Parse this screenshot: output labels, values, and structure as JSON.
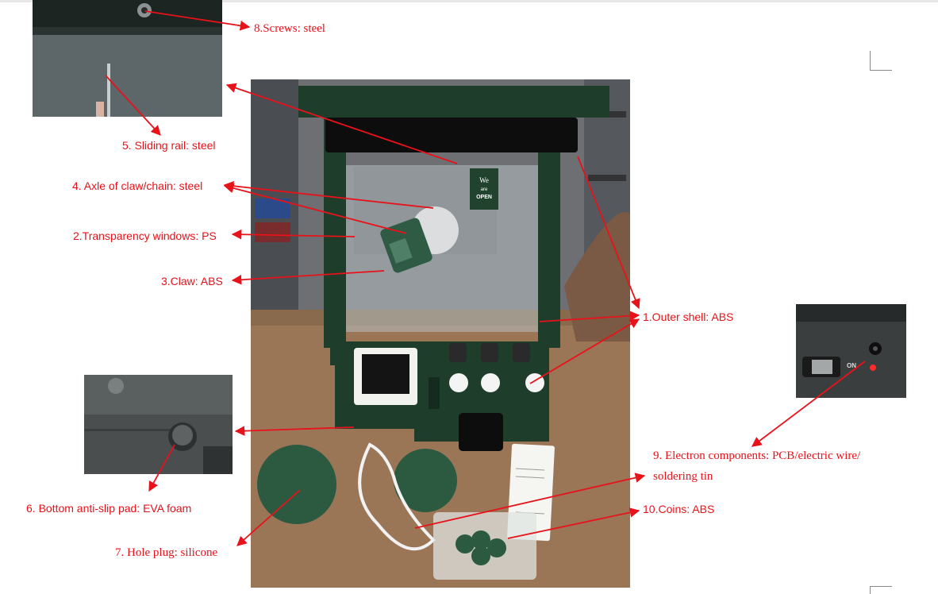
{
  "labels": {
    "screws": "8.Screws: steel",
    "sliding_rail": "5. Sliding rail: steel",
    "axle": "4. Axle of claw/chain: steel",
    "windows": "2.Transparency windows: PS",
    "claw": "3.Claw: ABS",
    "outer_shell": "1.Outer shell: ABS",
    "anti_slip": "6. Bottom anti-slip pad: EVA foam",
    "hole_plug": "7. Hole plug: silicone",
    "electron_line1": "9. Electron components: PCB/electric wire/",
    "electron_line2": "soldering tin",
    "coins": "10.Coins: ABS"
  },
  "photo_text": {
    "sign_top": "We",
    "sign_mid": "are",
    "sign_open": "OPEN",
    "switch_on": "ON"
  },
  "colors": {
    "annotation": "#e8121a",
    "machine_green": "#1f3d2b",
    "table_wood": "#9a7656"
  }
}
